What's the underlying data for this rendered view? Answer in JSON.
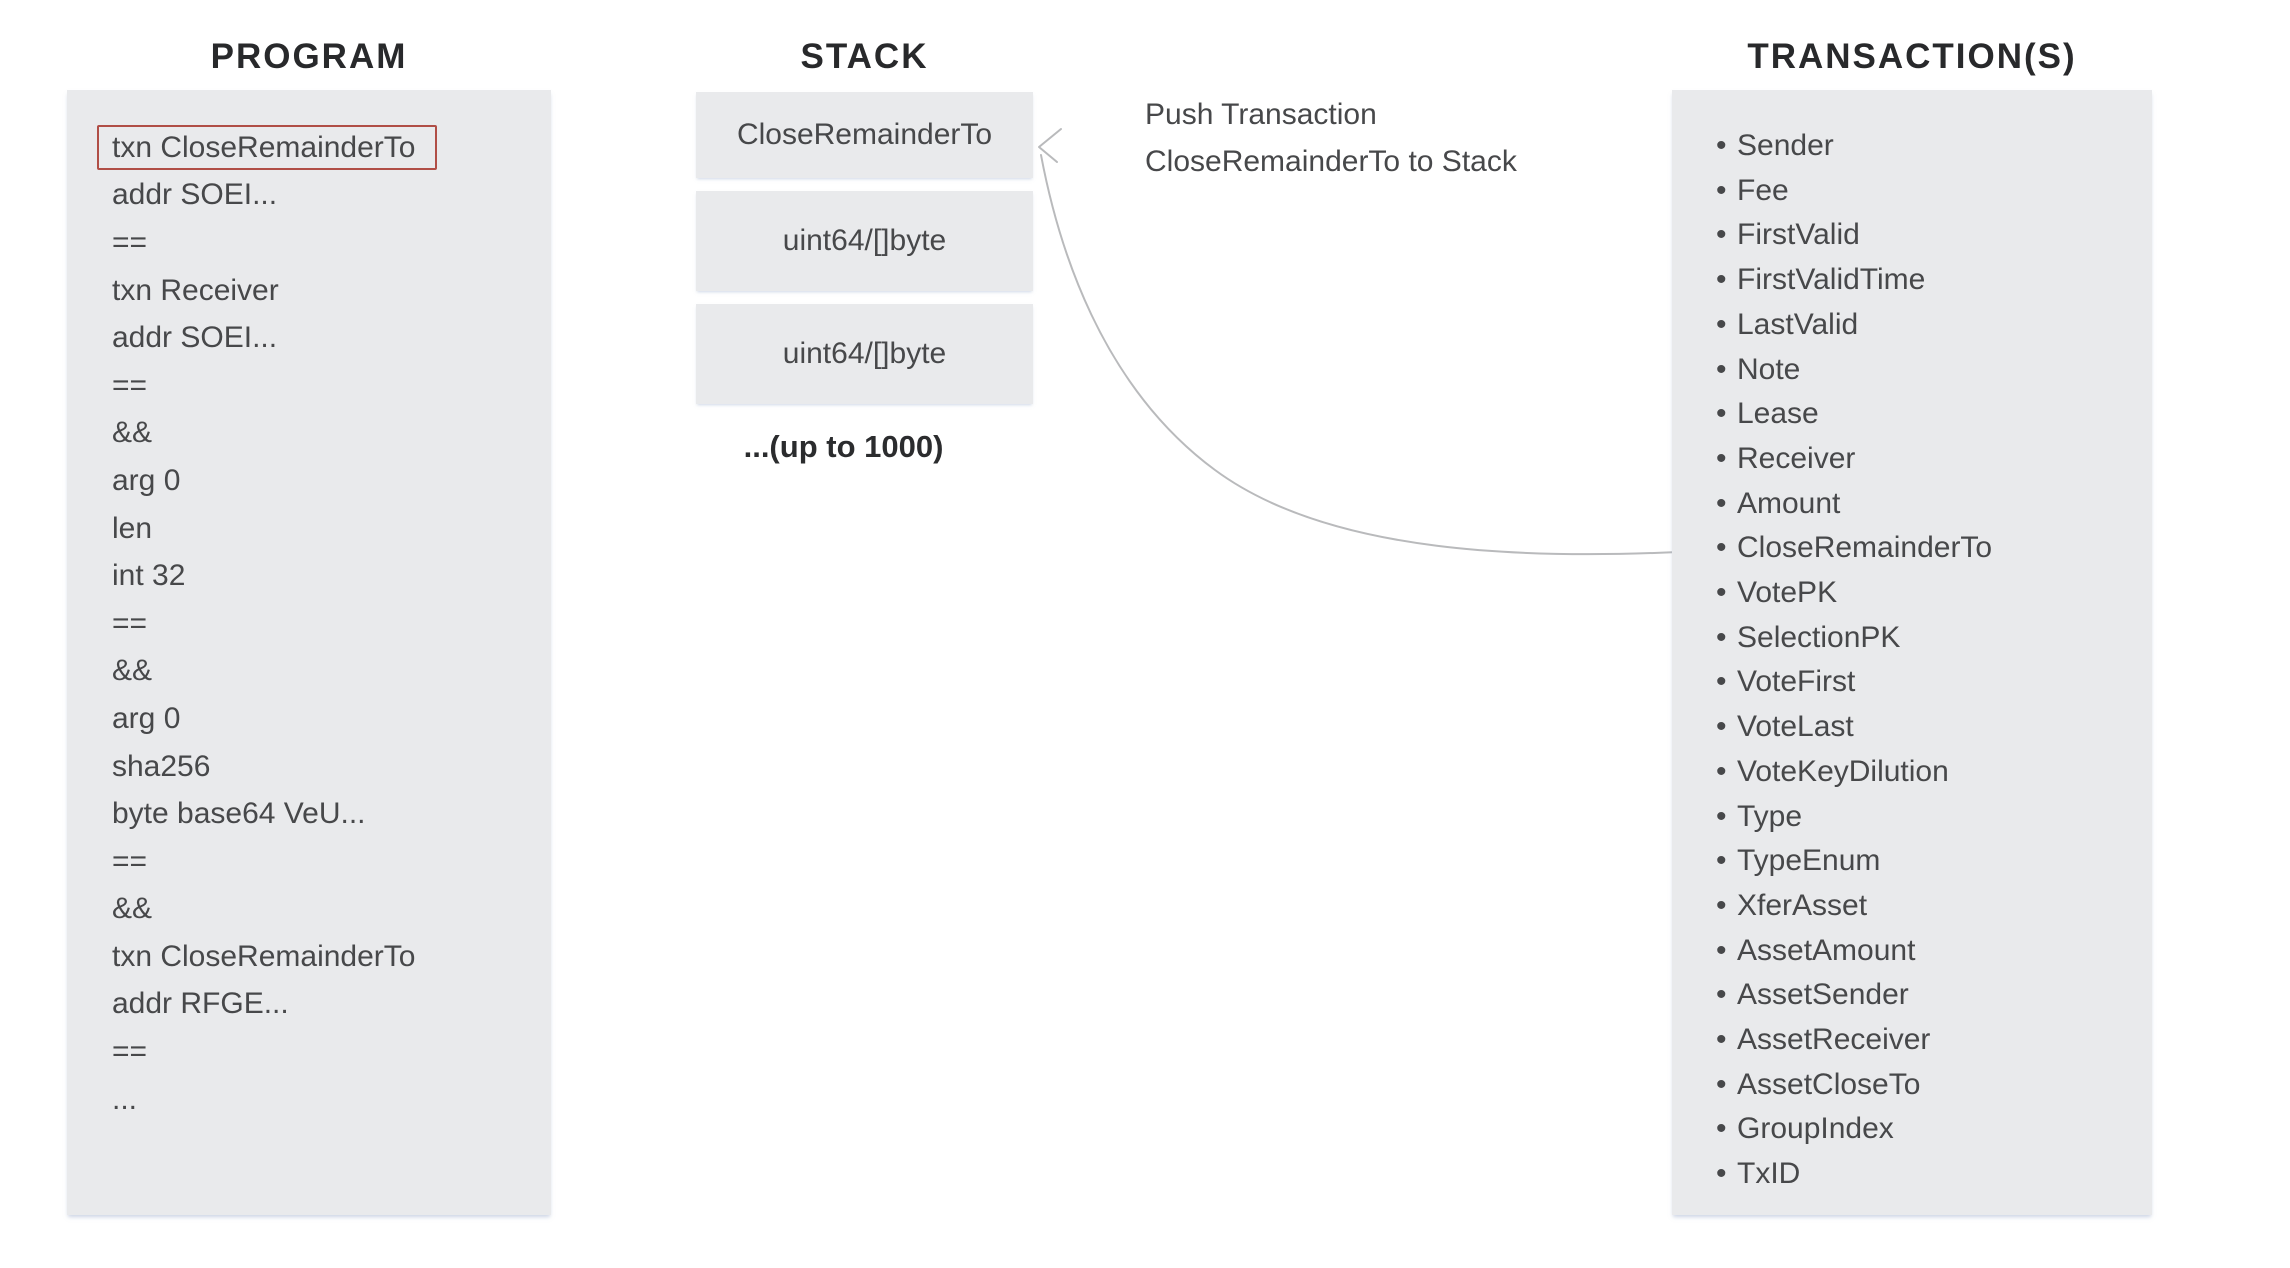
{
  "columns": {
    "program": {
      "title": "PROGRAM",
      "lines": [
        {
          "text": "txn CloseRemainderTo",
          "class": "boxed"
        },
        {
          "text": "addr SOEI..."
        },
        {
          "text": "=="
        },
        {
          "text": "txn Receiver"
        },
        {
          "text": "addr SOEI..."
        },
        {
          "text": "=="
        },
        {
          "text": "&&"
        },
        {
          "text": "arg 0"
        },
        {
          "text": "len"
        },
        {
          "text": "int 32"
        },
        {
          "text": "=="
        },
        {
          "text": "&&"
        },
        {
          "text": "arg 0"
        },
        {
          "text": "sha256"
        },
        {
          "text": "byte base64 VeU..."
        },
        {
          "text": "=="
        },
        {
          "text": "&&"
        },
        {
          "text": "txn CloseRemainderTo"
        },
        {
          "text": "addr RFGE..."
        },
        {
          "text": "=="
        },
        {
          "text": "..."
        }
      ]
    },
    "stack": {
      "title": "STACK",
      "boxes": [
        "CloseRemainderTo",
        "uint64/[]byte",
        "uint64/[]byte"
      ],
      "caption": "...(up to 1000)"
    },
    "transactions": {
      "title": "TRANSACTION(S)",
      "fields": [
        "Sender",
        "Fee",
        "FirstValid",
        "FirstValidTime",
        "LastValid",
        "Note",
        "Lease",
        "Receiver",
        "Amount",
        "CloseRemainderTo",
        "VotePK",
        "SelectionPK",
        "VoteFirst",
        "VoteLast",
        "VoteKeyDilution",
        "Type",
        "TypeEnum",
        "XferAsset",
        "AssetAmount",
        "AssetSender",
        "AssetReceiver",
        "AssetCloseTo",
        "GroupIndex",
        "TxID"
      ]
    }
  },
  "annotation": {
    "lines": [
      "Push Transaction",
      "CloseRemainderTo to Stack"
    ]
  },
  "colors": {
    "panel_bg": "#e9eaec",
    "text": "#47484a",
    "title": "#28292b",
    "caption": "#2b2c2e",
    "arrow": "#b9babc",
    "highlight_border": "#b04e46"
  }
}
